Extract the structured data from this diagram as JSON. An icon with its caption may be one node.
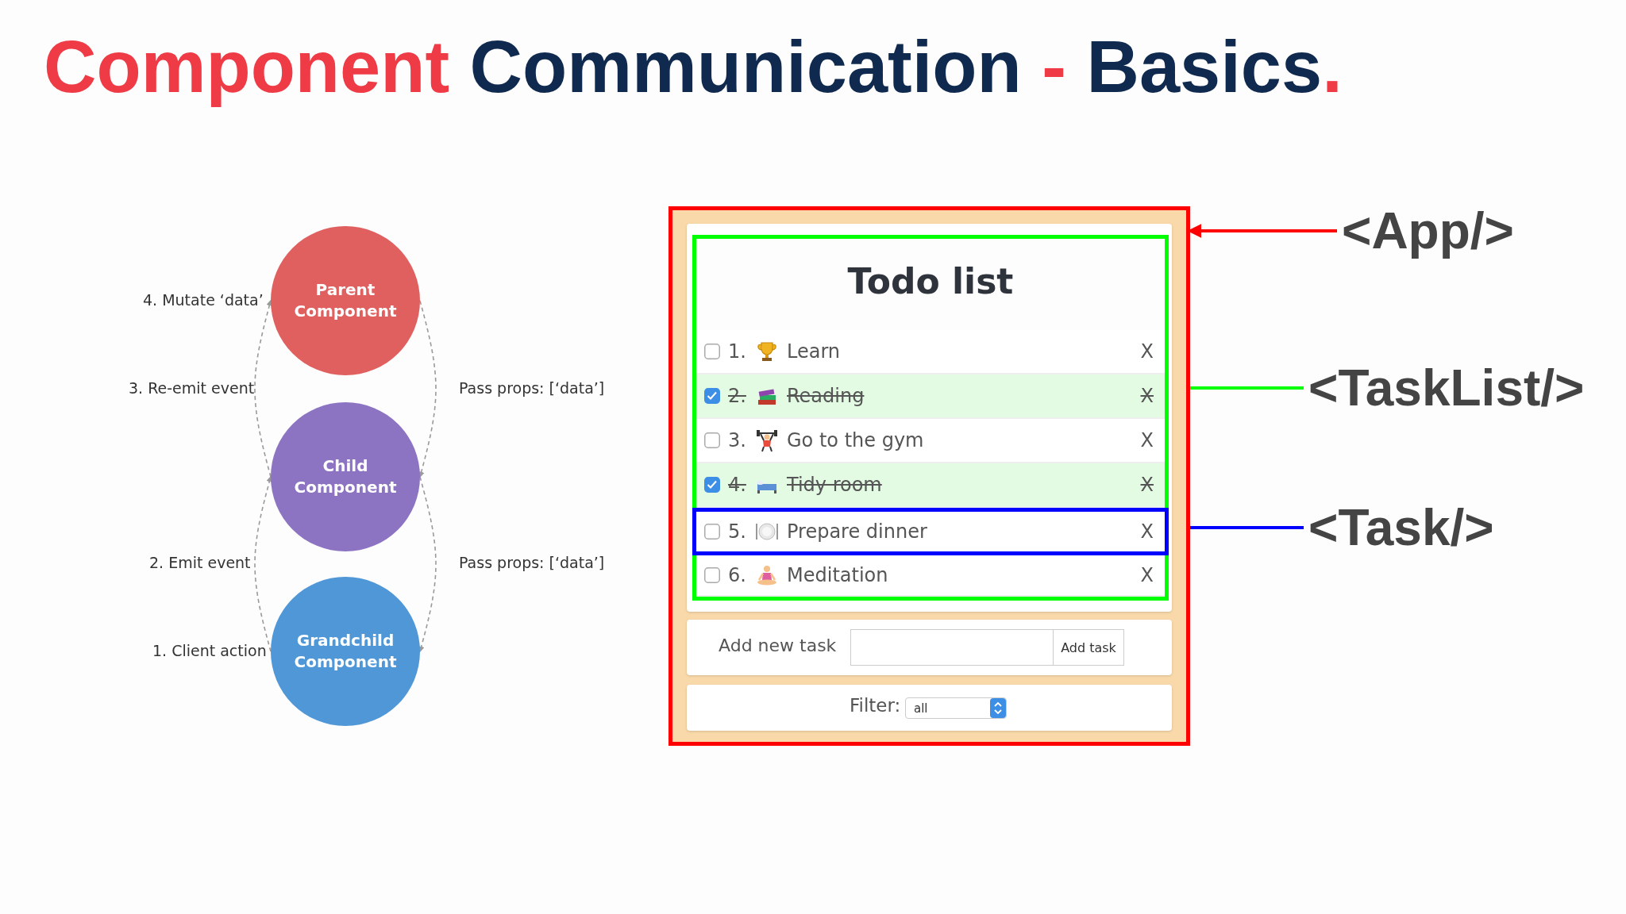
{
  "diagram": {
    "title": "Component Communication - Basics.",
    "nodes": [
      {
        "text": [
          "Parent Component"
        ]
      },
      {
        "text": [
          "Child Component"
        ]
      },
      {
        "text": [
          "Grandchild Component"
        ]
      },
      {
        "text": [],
        "shape": "box"
      },
      {
        "text": [
          "Todo list"
        ],
        "in": 3
      },
      {
        "text": [
          "1.",
          "Learn",
          "X"
        ],
        "in": 4
      },
      {
        "text": [
          "2.",
          "Reading",
          "X"
        ],
        "in": 4
      },
      {
        "text": [
          "3.",
          "Go to the gym",
          "X"
        ],
        "in": 4
      },
      {
        "text": [
          "4.",
          "Tidy room",
          "X"
        ],
        "in": 4
      },
      {
        "text": [
          "5.",
          "Prepare dinner",
          "X"
        ],
        "in": 4
      },
      {
        "text": [
          "6.",
          "Meditation",
          "X"
        ],
        "in": 4
      },
      {
        "text": [
          "Add new task",
          "Add task"
        ],
        "in": 3
      },
      {
        "text": [
          "Filter:",
          "all"
        ],
        "in": 3
      },
      {
        "text": [
          "<App/>"
        ]
      },
      {
        "text": [
          "<TaskList/>"
        ]
      },
      {
        "text": [
          "<Task/>"
        ]
      }
    ],
    "edges": [
      {
        "from": 2,
        "to": 1,
        "arrow": "to",
        "label": "2. Emit event",
        "style": "dashed"
      },
      {
        "from": 1,
        "to": 0,
        "arrow": "to",
        "label": "3. Re-emit event",
        "style": "dashed"
      },
      {
        "from": 0,
        "to": 1,
        "arrow": "to",
        "label": "Pass props: [‘data’]",
        "style": "dashed"
      },
      {
        "from": 1,
        "to": 2,
        "arrow": "to",
        "label": "Pass props: [‘data’]",
        "style": "dashed"
      },
      {
        "from": 13,
        "to": 3,
        "arrow": "to",
        "color": "#ff0000"
      },
      {
        "from": 14,
        "to": 4,
        "arrow": "to",
        "color": "#00ff00"
      },
      {
        "from": 15,
        "to": 9,
        "arrow": "to",
        "color": "#0000ff"
      }
    ],
    "labels": [
      "4. Mutate ‘data’",
      "1. Client action"
    ]
  }
}
